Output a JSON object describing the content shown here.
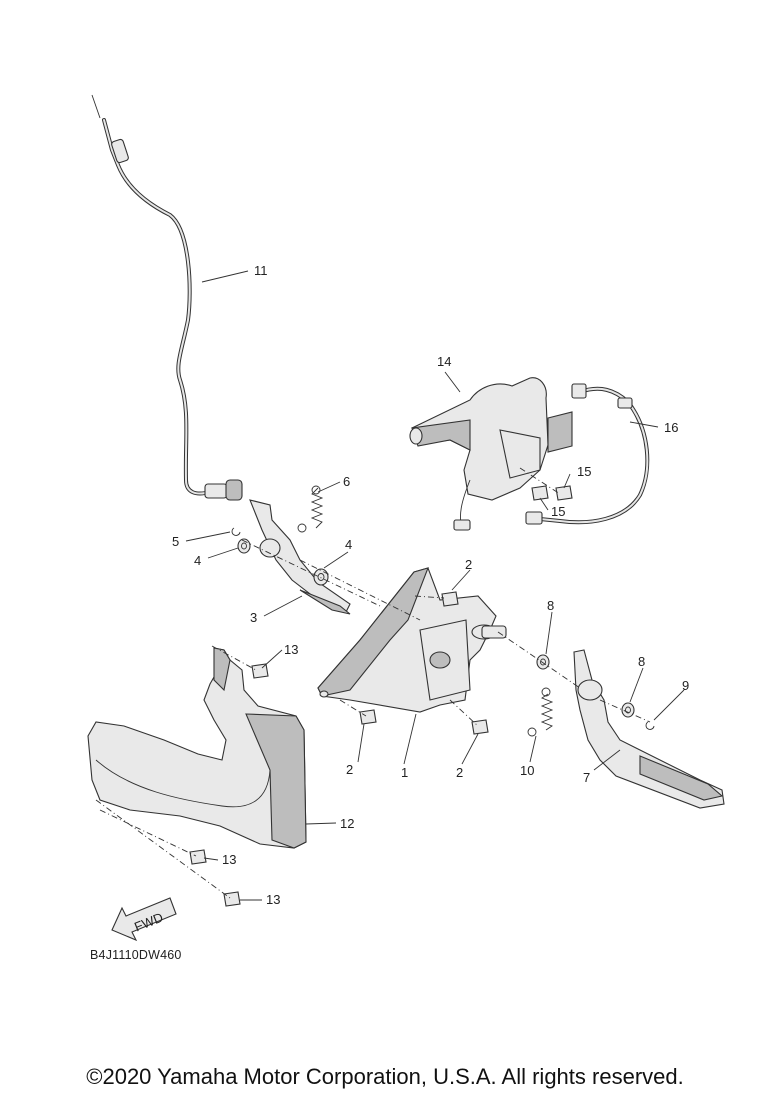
{
  "diagram": {
    "callouts": [
      "1",
      "2",
      "3",
      "4",
      "5",
      "6",
      "7",
      "8",
      "9",
      "10",
      "11",
      "12",
      "13",
      "14",
      "15",
      "16"
    ],
    "fwd_label": "FWD",
    "drawing_code": "B4J1110DW460"
  },
  "footer": {
    "copyright": "©2020 Yamaha Motor Corporation, U.S.A. All rights reserved."
  }
}
